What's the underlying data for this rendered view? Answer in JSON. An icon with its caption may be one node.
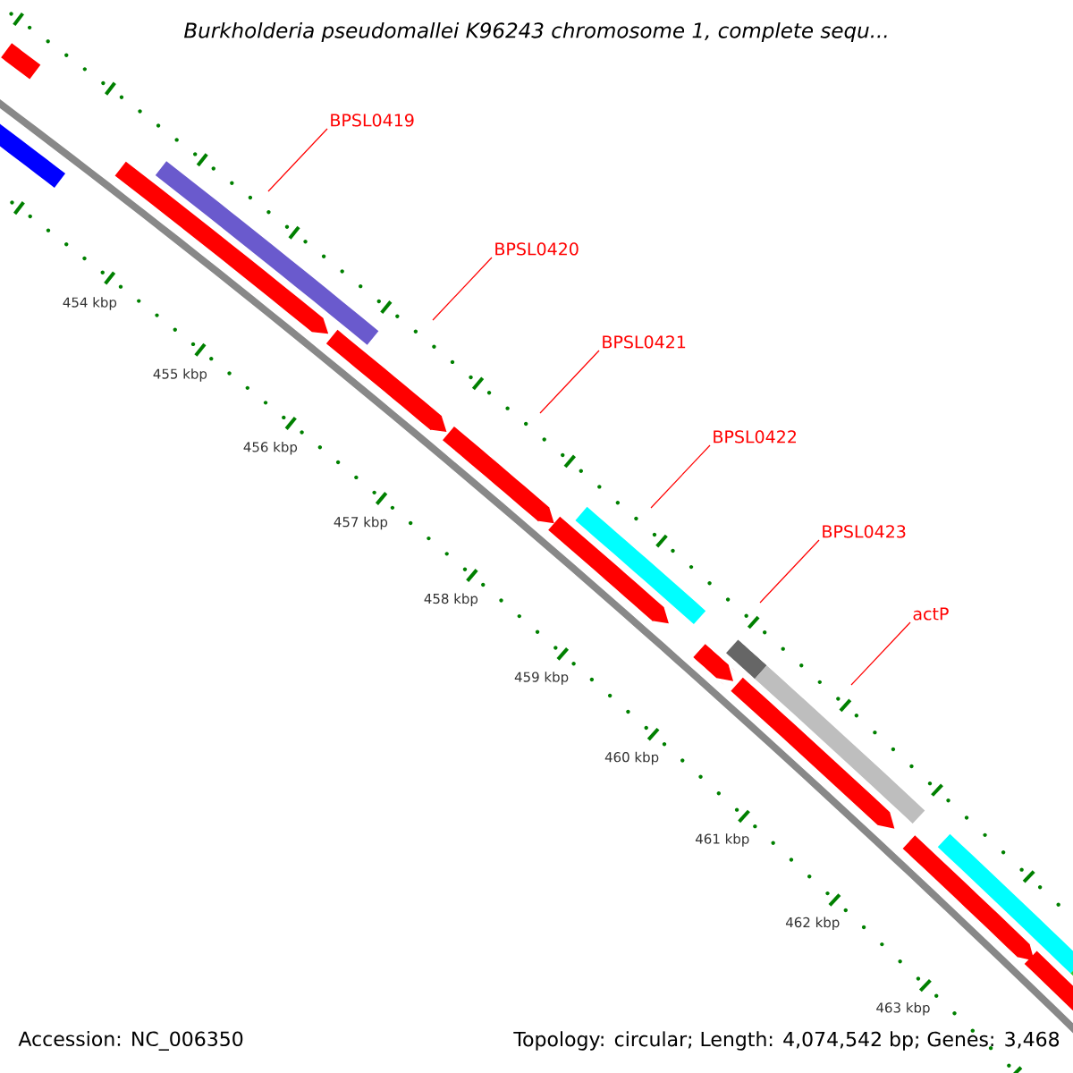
{
  "diagram": {
    "title": "Burkholderia pseudomallei K96243 chromosome 1, complete sequ...",
    "nodes": [
      {
        "text": [
          "BPSL0419"
        ]
      },
      {
        "text": [
          "BPSL0420"
        ]
      },
      {
        "text": [
          "BPSL0421"
        ]
      },
      {
        "text": [
          "BPSL0422"
        ]
      },
      {
        "text": [
          "BPSL0423"
        ]
      },
      {
        "text": [
          "actP"
        ]
      }
    ],
    "edges": [
      {
        "from": 0,
        "to": null,
        "arrow": "none"
      },
      {
        "from": 1,
        "to": null,
        "arrow": "none"
      },
      {
        "from": 2,
        "to": null,
        "arrow": "none"
      },
      {
        "from": 3,
        "to": null,
        "arrow": "none"
      },
      {
        "from": 4,
        "to": null,
        "arrow": "none"
      },
      {
        "from": 5,
        "to": null,
        "arrow": "none"
      }
    ],
    "labels": [
      "454 kbp",
      "455 kbp",
      "456 kbp",
      "457 kbp",
      "458 kbp",
      "459 kbp",
      "460 kbp",
      "461 kbp",
      "462 kbp",
      "463 kbp",
      "Accession: NC_006350",
      "Topology: circular; Length: 4,074,542 bp; Genes: 3,468"
    ]
  }
}
